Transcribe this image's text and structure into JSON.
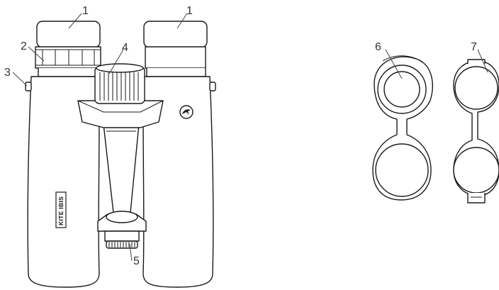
{
  "callouts": [
    {
      "id": "1",
      "text": "1"
    },
    {
      "id": "1b",
      "text": "1"
    },
    {
      "id": "2",
      "text": "2"
    },
    {
      "id": "3",
      "text": "3"
    },
    {
      "id": "4",
      "text": "4"
    },
    {
      "id": "5",
      "text": "5"
    },
    {
      "id": "6",
      "text": "6"
    },
    {
      "id": "7",
      "text": "7"
    }
  ],
  "brand_text": "KITE IBIS",
  "colors": {
    "line": "#1a1a1a",
    "background": "#ffffff",
    "label": "#333333"
  },
  "icons": [
    "binoculars-illustration",
    "kite-ibis-bird-logo",
    "objective-lens-cover",
    "rainguard-eyepiece-cover"
  ]
}
